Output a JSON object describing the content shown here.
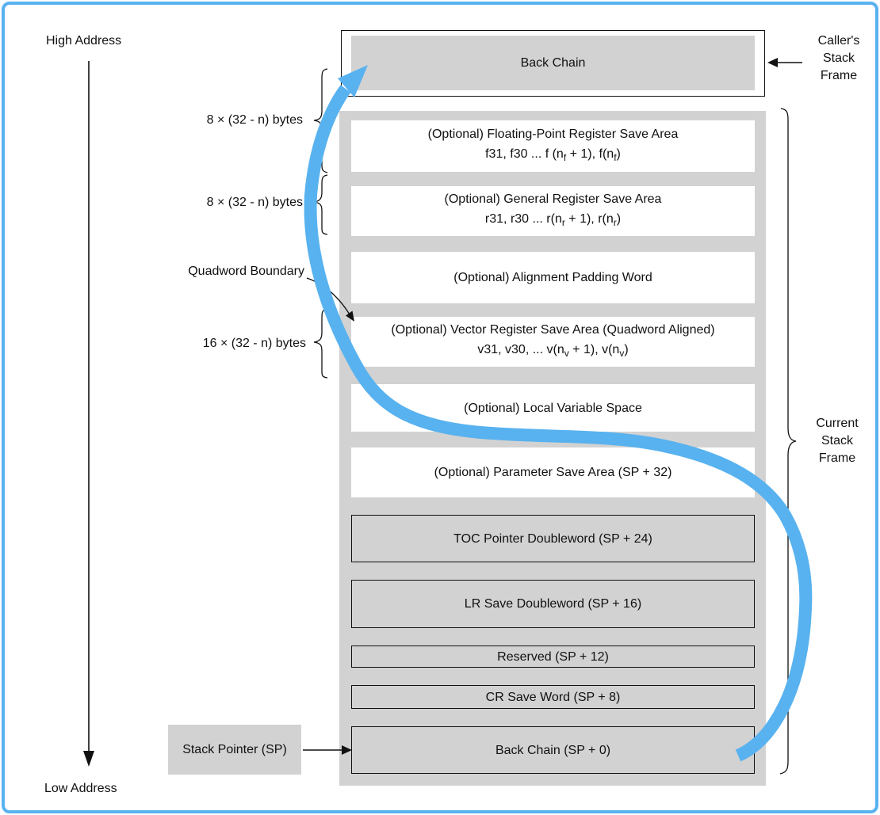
{
  "page": {
    "high_address": "High Address",
    "low_address": "Low Address"
  },
  "annotations": {
    "fp_size_label": "8 × (32 - n) bytes",
    "gr_size_label": "8 × (32 - n) bytes",
    "quadword_boundary_label": "Quadword Boundary",
    "vr_size_label": "16 × (32 - n) bytes",
    "stack_pointer_label": "Stack Pointer (SP)",
    "callers_frame_lines": [
      "Caller's",
      "Stack",
      "Frame"
    ],
    "current_frame_lines": [
      "Current",
      "Stack",
      "Frame"
    ]
  },
  "caller_frame": {
    "back_chain_label": "Back Chain"
  },
  "stack_frame": {
    "fp_area": {
      "title": "(Optional) Floating-Point Register Save Area",
      "registers": [
        {
          "t": "f31, f30 ... f (n"
        },
        {
          "t": "f",
          "sub": true
        },
        {
          "t": " + 1), f(n"
        },
        {
          "t": "f",
          "sub": true
        },
        {
          "t": ")"
        }
      ]
    },
    "gr_area": {
      "title": "(Optional) General Register Save Area",
      "registers": [
        {
          "t": "r31, r30 ... r(n"
        },
        {
          "t": "r",
          "sub": true
        },
        {
          "t": " + 1), r(n"
        },
        {
          "t": "r",
          "sub": true
        },
        {
          "t": ")"
        }
      ]
    },
    "alignment_area": {
      "title": "(Optional) Alignment Padding Word"
    },
    "vector_area": {
      "title": "(Optional) Vector Register Save Area (Quadword Aligned)",
      "registers": [
        {
          "t": "v31, v30, ... v(n"
        },
        {
          "t": "v",
          "sub": true
        },
        {
          "t": " + 1), v(n"
        },
        {
          "t": "v",
          "sub": true
        },
        {
          "t": ")"
        }
      ]
    },
    "local_area": {
      "title": "(Optional) Local Variable Space"
    },
    "param_area": {
      "title": "(Optional) Parameter Save Area (SP + 32)"
    },
    "toc_box": {
      "title": "TOC Pointer Doubleword (SP + 24)"
    },
    "lr_box": {
      "title": "LR Save Doubleword (SP + 16)"
    },
    "reserved_box": {
      "title": "Reserved (SP + 12)"
    },
    "cr_box": {
      "title": "CR Save Word (SP + 8)"
    },
    "back_chain_box": {
      "title": "Back Chain (SP + 0)"
    }
  },
  "colors": {
    "accent_blue": "#58b2ef",
    "fill_gray": "#d2d2d2",
    "ink_black": "#111111"
  }
}
